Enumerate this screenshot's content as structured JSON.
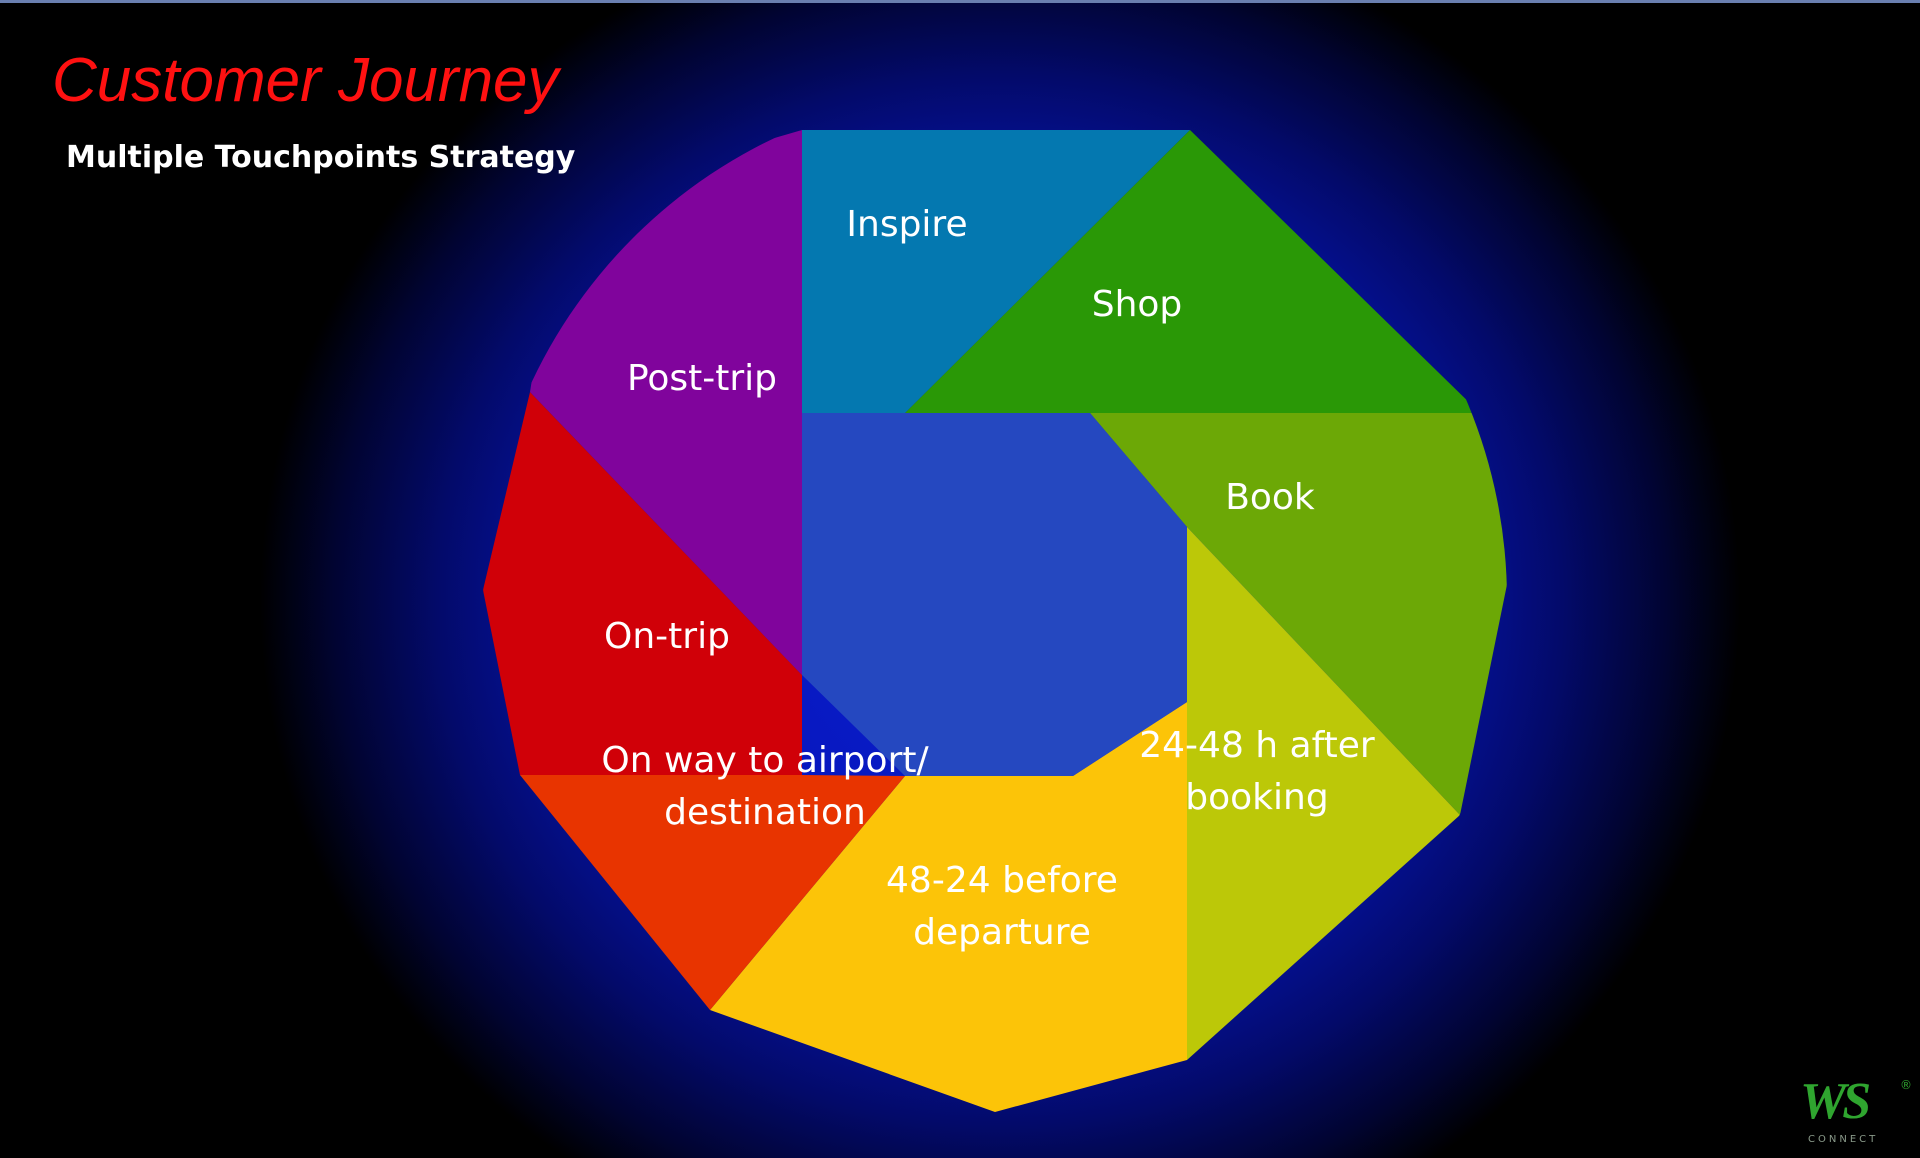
{
  "slide": {
    "title": "Customer Journey",
    "subtitle": "Multiple Touchpoints Strategy"
  },
  "wheel": {
    "center_color": "#2548c0",
    "segments": [
      {
        "label_lines": [
          "Inspire"
        ],
        "color": "#0478b0"
      },
      {
        "label_lines": [
          "Shop"
        ],
        "color": "#2a9806"
      },
      {
        "label_lines": [
          "Book"
        ],
        "color": "#6ca806"
      },
      {
        "label_lines": [
          "24-48 h after",
          "booking"
        ],
        "color": "#bcc808"
      },
      {
        "label_lines": [
          "48-24 before",
          "departure"
        ],
        "color": "#fcc408"
      },
      {
        "label_lines": [
          "On way to airport/",
          "destination"
        ],
        "color": "#e83400"
      },
      {
        "label_lines": [
          "On-trip"
        ],
        "color": "#d00008"
      },
      {
        "label_lines": [
          "Post-trip"
        ],
        "color": "#80049c"
      }
    ]
  },
  "logo": {
    "mark": "WS",
    "registered": "®",
    "subtext": "CONNECT",
    "color": "#2fa52f"
  }
}
